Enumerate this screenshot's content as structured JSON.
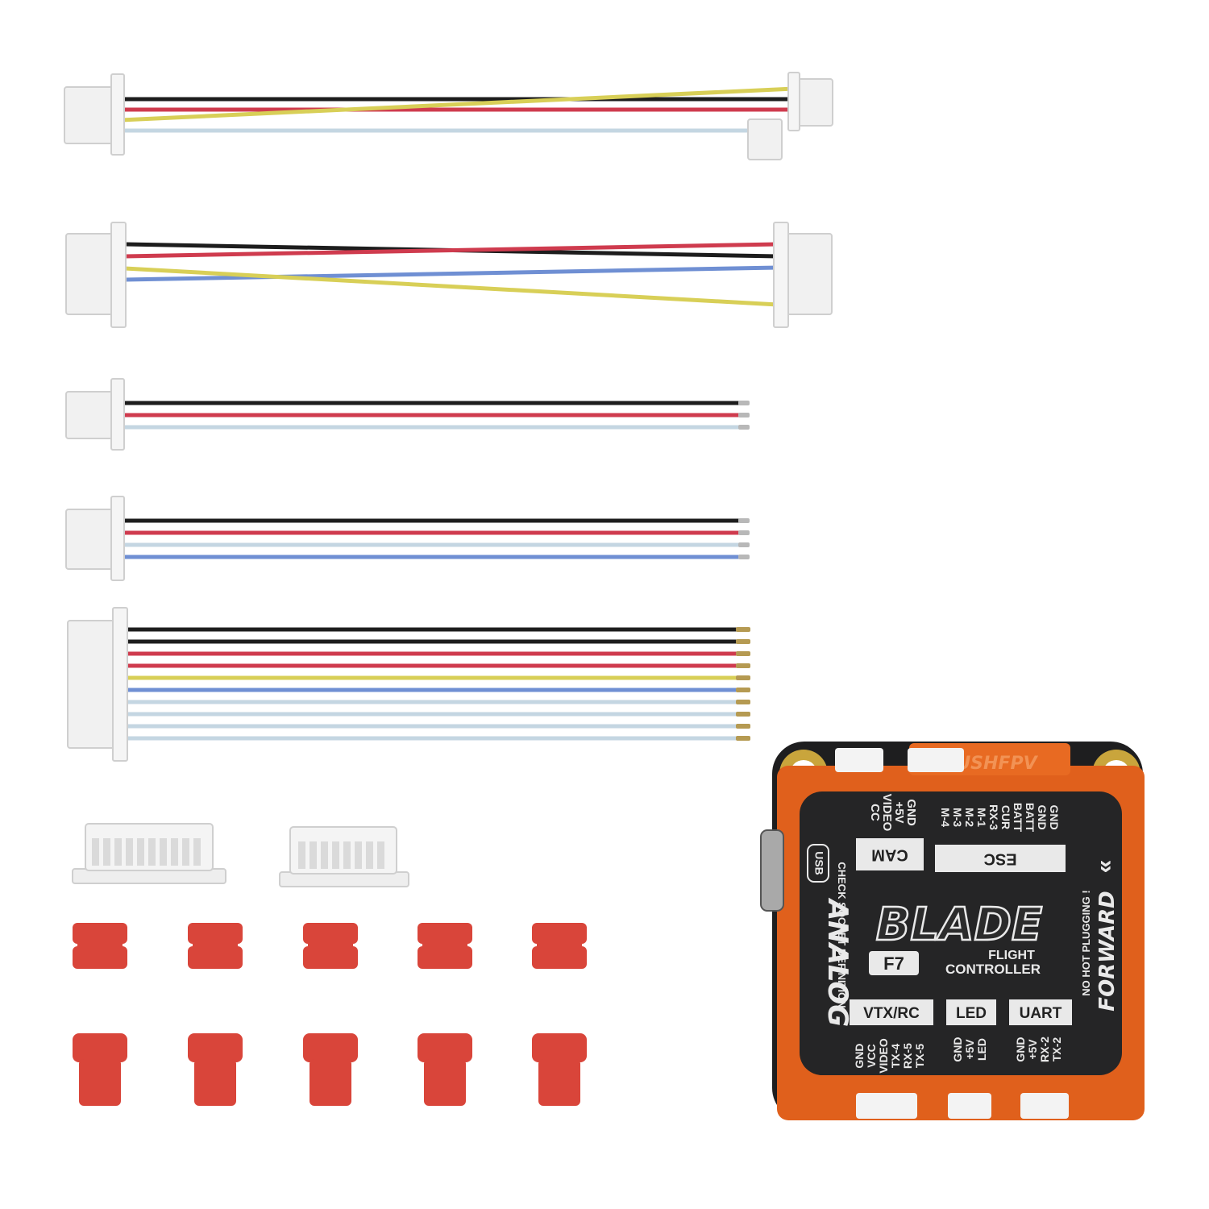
{
  "colors": {
    "black": "#1d1d1d",
    "red": "#cf3b4e",
    "yellow": "#d8cf57",
    "blue": "#6f8fd3",
    "lightblue": "#c4d6e2",
    "connector": "#f1f1f1",
    "connector_edge": "#cfcfcf",
    "grommet": "#d9453a",
    "board": "#252526",
    "case": "#e0601c",
    "pad": "#c9a53c"
  },
  "cables": [
    {
      "name": "cable-1",
      "left_connector": "4-pin",
      "colors": [
        "black",
        "red",
        "yellow",
        "lightblue"
      ]
    },
    {
      "name": "cable-2",
      "left_connector": "6-pin",
      "colors": [
        "black",
        "red",
        "blue",
        "yellow"
      ]
    },
    {
      "name": "cable-3",
      "left_connector": "3-pin",
      "colors": [
        "black",
        "red",
        "lightblue"
      ]
    },
    {
      "name": "cable-4",
      "left_connector": "4-pin",
      "colors": [
        "black",
        "red",
        "lightblue",
        "blue"
      ]
    },
    {
      "name": "cable-5",
      "left_connector": "10-pin",
      "colors": [
        "black",
        "black",
        "red",
        "red",
        "yellow",
        "blue",
        "lightblue",
        "lightblue",
        "lightblue",
        "lightblue"
      ]
    }
  ],
  "spare_connectors": {
    "count": 2
  },
  "grommets": {
    "rows": 2,
    "per_row": 5
  },
  "board": {
    "brand_top": "RUSHFPV",
    "logo": "BLADE",
    "model": "F7",
    "subtitle_line1": "FLIGHT",
    "subtitle_line2": "CONTROLLER",
    "usb": "USB",
    "vertical_brand": "ANALOG",
    "vertical_check": "CHECK SOCKET DEFINITION",
    "no_hot": "NO HOT PLUGGING !",
    "forward": "FORWARD",
    "cam": {
      "title": "CAM",
      "pins": [
        "CC",
        "VIDEO",
        "+5V",
        "GND"
      ]
    },
    "esc": {
      "title": "ESC",
      "pins": [
        "M-4",
        "M-3",
        "M-2",
        "M-1",
        "RX-3",
        "CUR",
        "BATT",
        "BATT",
        "GND",
        "GND"
      ]
    },
    "vtx": {
      "title": "VTX/RC",
      "pins": [
        "GND",
        "VCC",
        "VIDEO",
        "TX-4",
        "RX-5",
        "TX-5"
      ]
    },
    "led": {
      "title": "LED",
      "pins": [
        "GND",
        "+5V",
        "LED"
      ]
    },
    "uart": {
      "title": "UART",
      "pins": [
        "GND",
        "+5V",
        "RX-2",
        "TX-2"
      ]
    }
  }
}
